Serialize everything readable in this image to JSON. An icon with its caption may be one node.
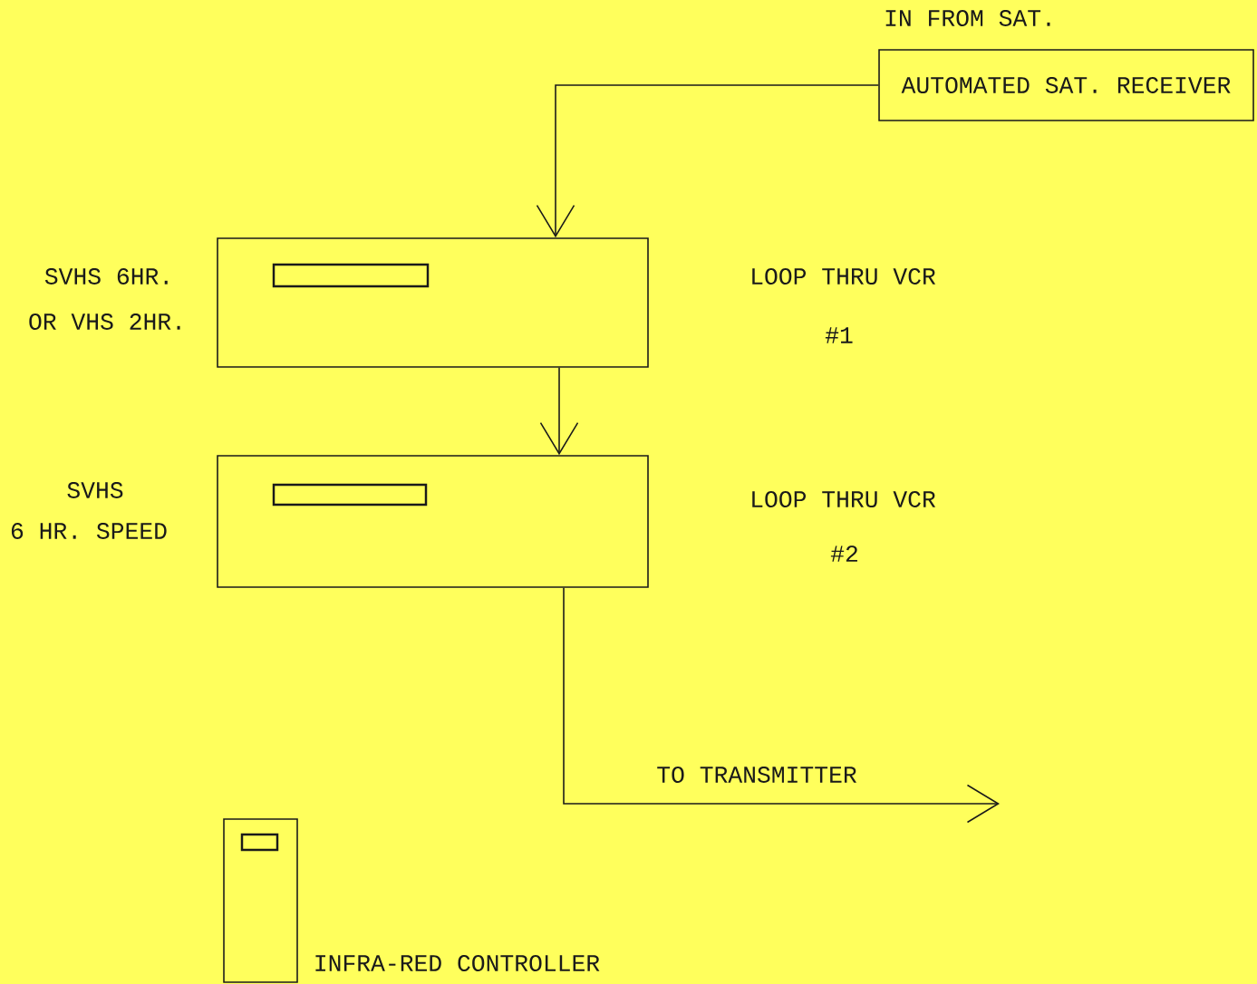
{
  "diagram": {
    "nodes": [
      {
        "text": [
          "AUTOMATED SAT. RECEIVER"
        ],
        "beside": [
          "IN FROM SAT."
        ]
      },
      {
        "text": [],
        "shape": "box",
        "beside": [
          "SVHS 6HR.",
          "OR VHS 2HR.",
          "LOOP THRU VCR",
          "#1"
        ]
      },
      {
        "text": [],
        "shape": "box",
        "beside": [
          "SVHS",
          "6 HR. SPEED",
          "LOOP THRU VCR",
          "#2"
        ]
      },
      {
        "text": [],
        "shape": "box",
        "beside": [
          "INFRA-RED CONTROLLER"
        ]
      }
    ],
    "edges": [
      {
        "from": 0,
        "to": 1,
        "arrow": "to"
      },
      {
        "from": 1,
        "to": 2,
        "arrow": "to"
      },
      {
        "from": 2,
        "to": null,
        "arrow": "to",
        "label": "TO TRANSMITTER"
      }
    ]
  }
}
